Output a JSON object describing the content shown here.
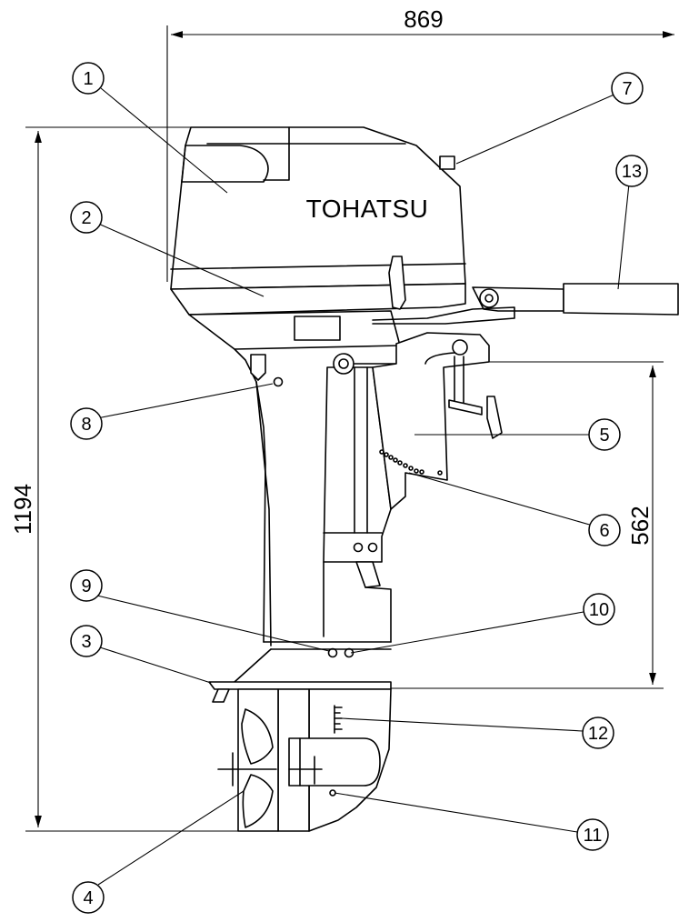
{
  "brand": "TOHATSU",
  "dimensions": {
    "width": "869",
    "height": "1194",
    "shaft": "562"
  },
  "callouts": [
    "1",
    "2",
    "3",
    "4",
    "5",
    "6",
    "7",
    "8",
    "9",
    "10",
    "11",
    "12",
    "13"
  ]
}
